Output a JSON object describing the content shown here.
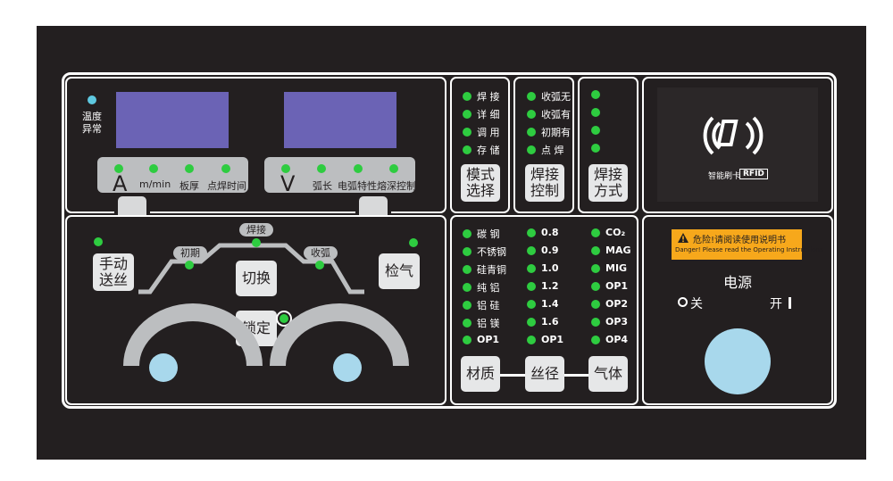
{
  "display": {
    "temp_alarm": [
      "温度",
      "异常"
    ],
    "left_unit": "A",
    "left_params": [
      "m/min",
      "板厚",
      "点焊时间"
    ],
    "right_unit": "V",
    "right_params": [
      "弧长",
      "电弧特性",
      "熔深控制"
    ]
  },
  "control": {
    "stage_tags": [
      "初期",
      "焊接",
      "收弧"
    ],
    "manual_feed": [
      "手动",
      "送丝"
    ],
    "switch_label": "切换",
    "lock_label": "锁定",
    "gas_check_label": "检气"
  },
  "mode": {
    "options": [
      "焊 接",
      "详 细",
      "调 用",
      "存 储"
    ],
    "button": [
      "模式",
      "选择"
    ]
  },
  "weld_control": {
    "options": [
      "收弧无",
      "收弧有",
      "初期有",
      "点 焊"
    ],
    "button": [
      "焊接",
      "控制"
    ]
  },
  "weld_method": {
    "button": [
      "焊接",
      "方式"
    ]
  },
  "material": {
    "options": [
      "碳 钢",
      "不锈钢",
      "硅青铜",
      "纯 铝",
      "铝 硅",
      "铝 镁",
      "OP1"
    ],
    "button": "材质"
  },
  "wire": {
    "options": [
      "0.8",
      "0.9",
      "1.0",
      "1.2",
      "1.4",
      "1.6",
      "OP1"
    ],
    "button": "丝径"
  },
  "gas": {
    "options": [
      "CO₂",
      "MAG",
      "MIG",
      "OP1",
      "OP2",
      "OP3",
      "OP4"
    ],
    "button": "气体"
  },
  "rfid": {
    "label_cn": "智能刷卡",
    "label_en": "RFID"
  },
  "power": {
    "warning_cn": "危险!请阅读使用说明书",
    "warning_en": "Danger! Please read the Operating Instructions",
    "title": "电源",
    "off_label": "关",
    "on_label": "开"
  },
  "colors": {
    "panel": "#231f20",
    "led": "#2ecc40",
    "lcd": "#6b63b5",
    "warning": "#f7a81b"
  }
}
